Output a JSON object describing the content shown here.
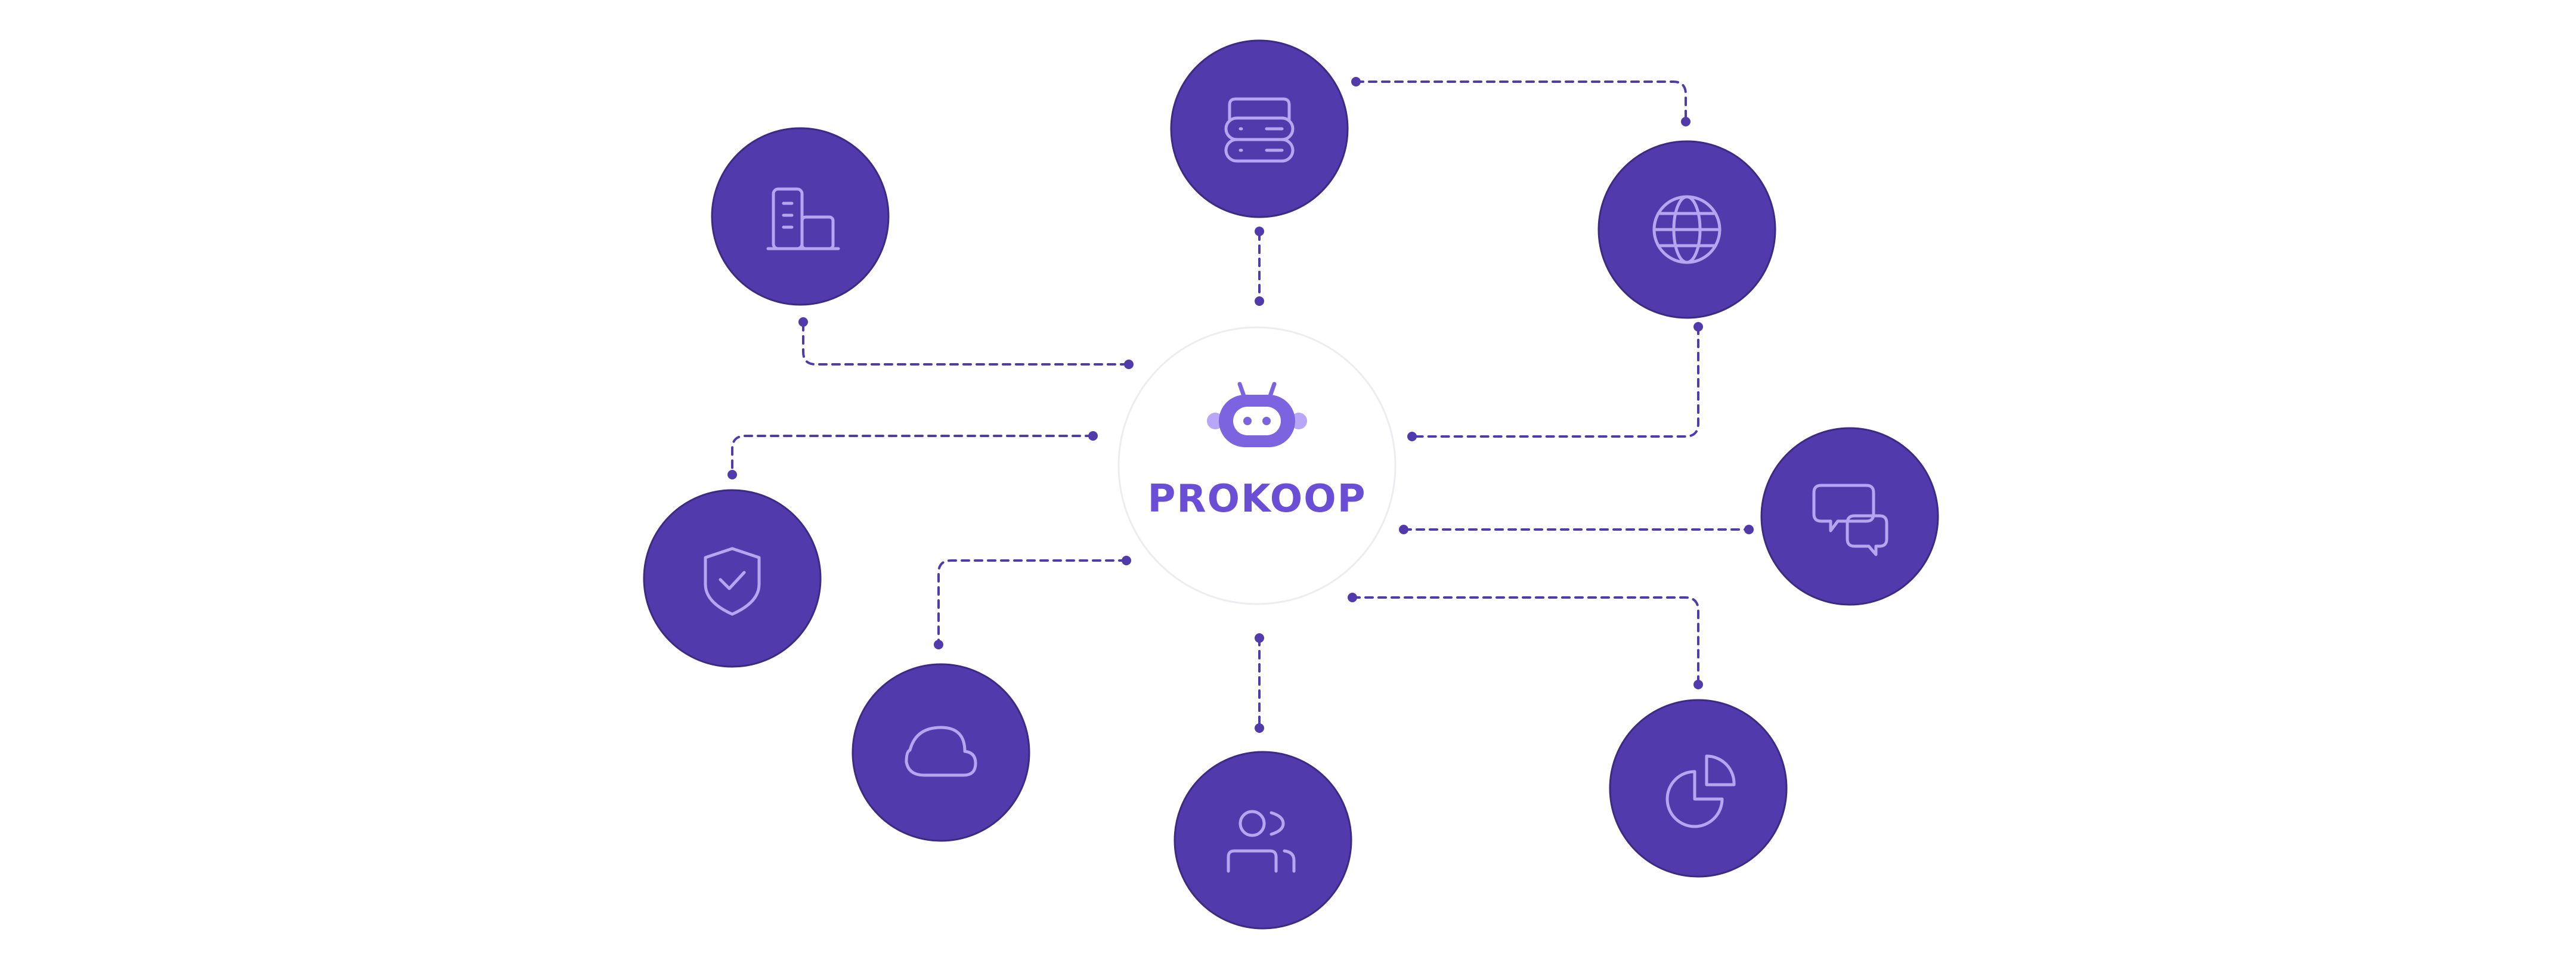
{
  "brand": {
    "name": "PROKOOP",
    "logo_icon": "robot-head-icon"
  },
  "colors": {
    "node_fill": "#513aac",
    "icon_stroke": "#b6a6ef",
    "connector": "#513aac",
    "brand_text": "#6a4fd6",
    "robot_face": "#7c63e0"
  },
  "nodes": [
    {
      "id": "buildings",
      "icon": "office-buildings-icon"
    },
    {
      "id": "servers",
      "icon": "server-stack-icon"
    },
    {
      "id": "globe",
      "icon": "globe-icon"
    },
    {
      "id": "security",
      "icon": "shield-check-icon"
    },
    {
      "id": "messages",
      "icon": "chat-bubbles-icon"
    },
    {
      "id": "cloud",
      "icon": "cloud-icon"
    },
    {
      "id": "team",
      "icon": "users-icon"
    },
    {
      "id": "analytics",
      "icon": "pie-chart-icon"
    }
  ]
}
